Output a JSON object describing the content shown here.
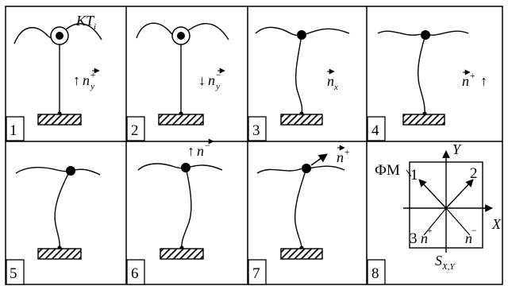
{
  "panels": [
    {
      "number": "1",
      "label": {
        "arrow": "↑",
        "vec": "n",
        "sup": "+",
        "sub": "y"
      },
      "corner_label": {
        "main": "KT",
        "sub": "i"
      }
    },
    {
      "number": "2",
      "label": {
        "arrow": "↓",
        "vec": "n",
        "sup": "−",
        "sub": "y"
      }
    },
    {
      "number": "3",
      "label": {
        "vec": "n",
        "sub": "x"
      }
    },
    {
      "number": "4",
      "label": {
        "vec": "n",
        "sup": "+",
        "arrow_after": "↑"
      }
    },
    {
      "number": "5"
    },
    {
      "number": "6",
      "label": {
        "arrow": "↑",
        "vec": "n",
        "sup": "−"
      }
    },
    {
      "number": "7",
      "label": {
        "vec": "n",
        "sup": "+"
      }
    },
    {
      "number": "8"
    }
  ],
  "phase_diagram": {
    "fm_label": "ФМ",
    "x_axis": "X",
    "y_axis": "Y",
    "corner_1": "1",
    "corner_2": "2",
    "corner_3": "3",
    "n_plus": "n",
    "n_plus_sup": "+",
    "n_minus": "n",
    "n_minus_sup": "−",
    "s_main": "S",
    "s_sub": "X,Y"
  },
  "colors": {
    "line": "#000000",
    "background": "#ffffff"
  }
}
